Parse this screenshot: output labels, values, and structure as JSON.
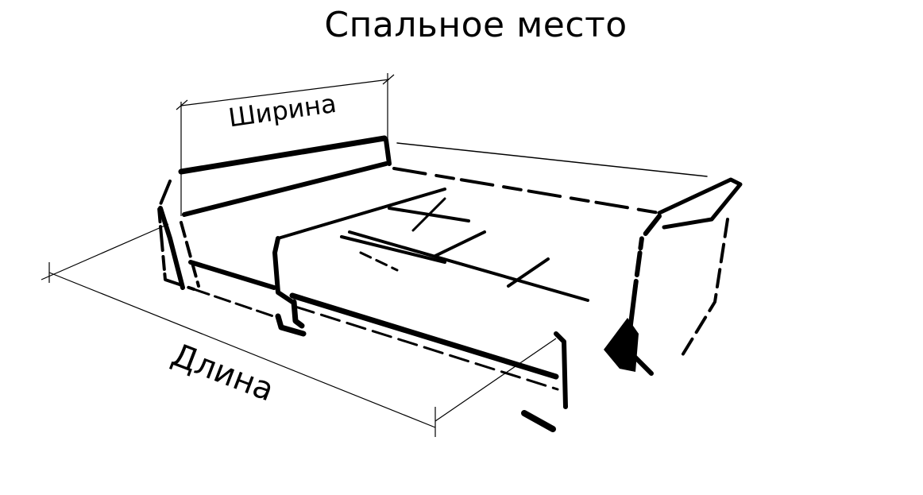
{
  "title": "Спальное место",
  "labels": {
    "width": "Ширина",
    "length": "Длина"
  },
  "colors": {
    "ink": "#000000",
    "paper": "#ffffff"
  }
}
